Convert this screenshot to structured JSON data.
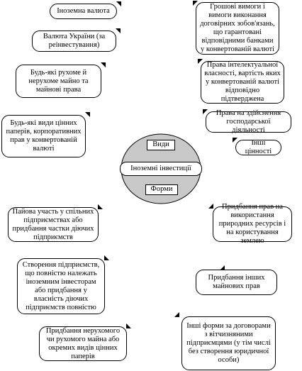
{
  "center": {
    "title": "Іноземні інвестиції",
    "types_label": "Види",
    "forms_label": "Форми"
  },
  "types": [
    "Іноземна валюта",
    "Валюта України (за реінвестування)",
    "Будь-які рухоме й нерухоме майно та майнові права",
    "Будь-які види цінних паперів, корпоративних прав у конвертованій валюті",
    "Грошові вимоги і вимоги виконання договірних зобов'язань, що гарантовані відповідними банками у конвертованій валюті",
    "Права інтелектуальної власності, вартість яких у конвертованій валюті відповідно підтверджена",
    "Права на здійснення господарської діяльності",
    "Інші цінності"
  ],
  "forms": [
    "Пайова участь у спільних підприємствах або придбання частки діючих підприємств",
    "Створення підприємств, що повністю належать іноземним інвесторам або придбання у власність діючих підприємств повністю",
    "Придбання нерухомого чи рухомого майна або окремих видів цінних паперів",
    "Придбання прав на використання природних ресурсів і на користування землею",
    "Придбання інших майнових прав",
    "Інші форми за договорами з вітчизняними підприємцями (у тім числі без створення юридичної особи)"
  ]
}
